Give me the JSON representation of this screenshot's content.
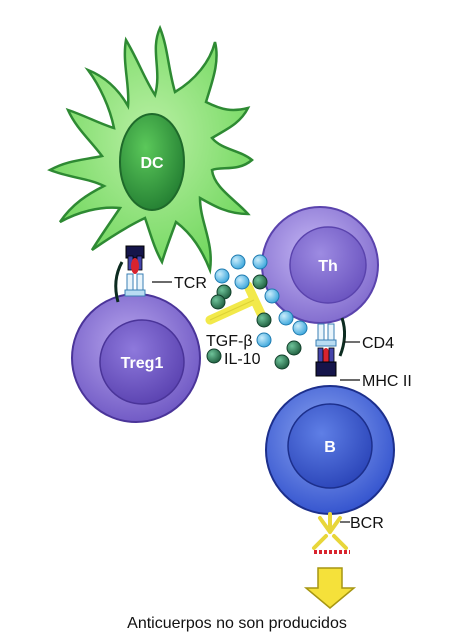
{
  "cells": {
    "dc": "DC",
    "th": "Th",
    "treg": "Treg1",
    "b": "B"
  },
  "molecules": {
    "tcr": "TCR",
    "tgf": "TGF-β",
    "il10": "IL-10",
    "cd4": "CD4",
    "mhc": "MHC II",
    "bcr": "BCR"
  },
  "outcome": "Anticuerpos no son producidos",
  "colors": {
    "dc": "#6fd65c",
    "dc_nucleus": "#2f9a3d",
    "th": "#8c79d6",
    "treg": "#8066cc",
    "b": "#3a5fd6",
    "cytokine_light": "#5bb8e6",
    "cytokine_dark": "#2e7a55",
    "tgf_receptor": "#f2e94a",
    "arrow": "#f5e13a"
  }
}
